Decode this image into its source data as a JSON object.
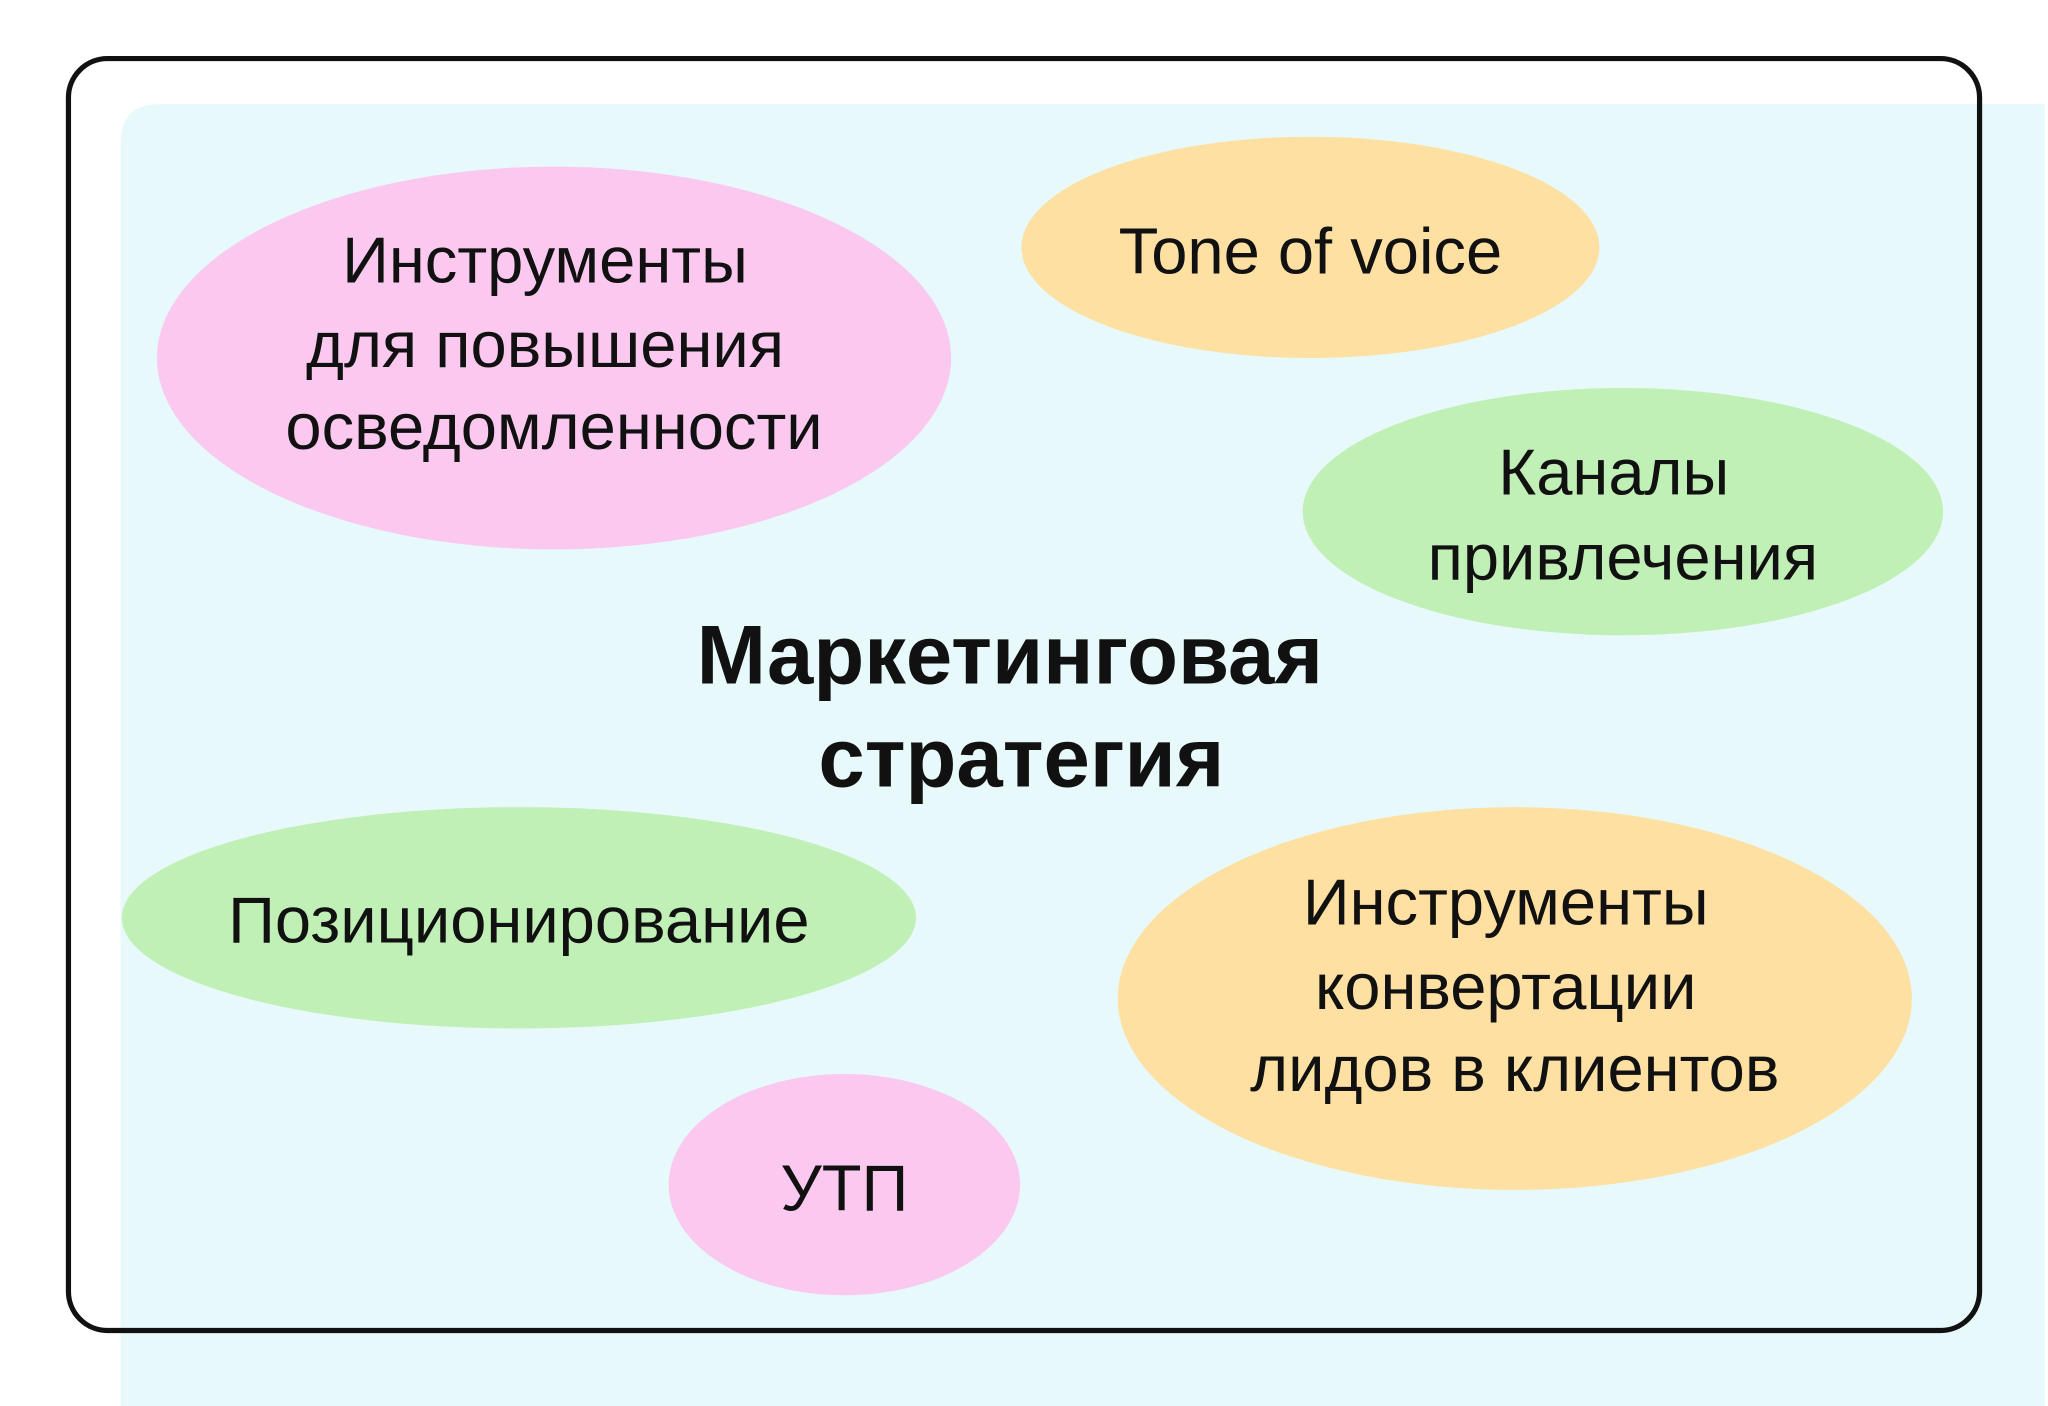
{
  "title": {
    "lines": [
      "Маркетинговая",
      "стратегия"
    ]
  },
  "bubbles": [
    {
      "lines": [
        "Инструменты",
        "для повышения",
        "осведомленности"
      ],
      "color": "#fbc9f0"
    },
    {
      "lines": [
        "Tone of voice"
      ],
      "color": "#fde0a2"
    },
    {
      "lines": [
        "Каналы",
        "привлечения"
      ],
      "color": "#c0f0b6"
    },
    {
      "lines": [
        "Позиционирование"
      ],
      "color": "#c0f0b6"
    },
    {
      "lines": [
        "Инструменты",
        "конвертации",
        "лидов в клиентов"
      ],
      "color": "#fde0a2"
    },
    {
      "lines": [
        "УТП"
      ],
      "color": "#fbc9f0"
    }
  ],
  "colors": {
    "background": "#e8f9fc",
    "border": "#111111"
  }
}
